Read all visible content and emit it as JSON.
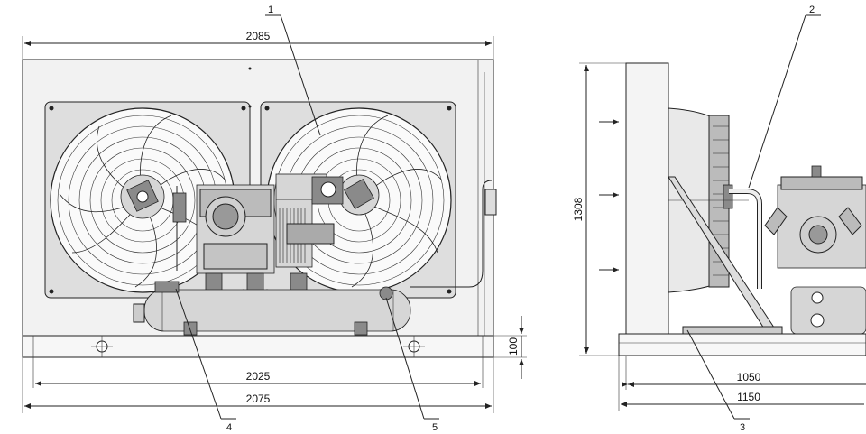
{
  "callouts": {
    "c1": "1",
    "c2": "2",
    "c3": "3",
    "c4": "4",
    "c5": "5"
  },
  "dimensions": {
    "front_total_width": "2085",
    "front_base_width": "2025",
    "front_frame_width": "2075",
    "base_height": "100",
    "side_height": "1308",
    "side_depth_inner": "1050",
    "side_depth_outer": "1150"
  }
}
